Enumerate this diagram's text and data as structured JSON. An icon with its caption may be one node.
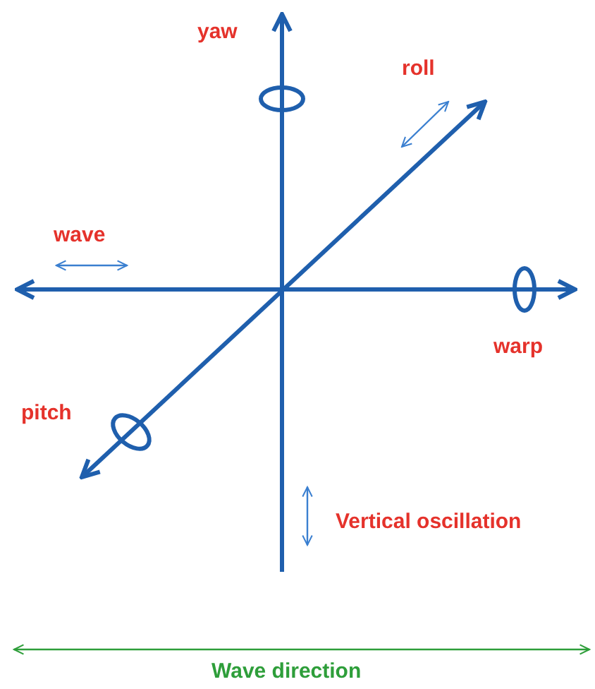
{
  "diagram": {
    "labels": [
      "yaw",
      "roll",
      "wave",
      "warp",
      "pitch",
      "Vertical oscillation",
      "Wave direction"
    ]
  }
}
